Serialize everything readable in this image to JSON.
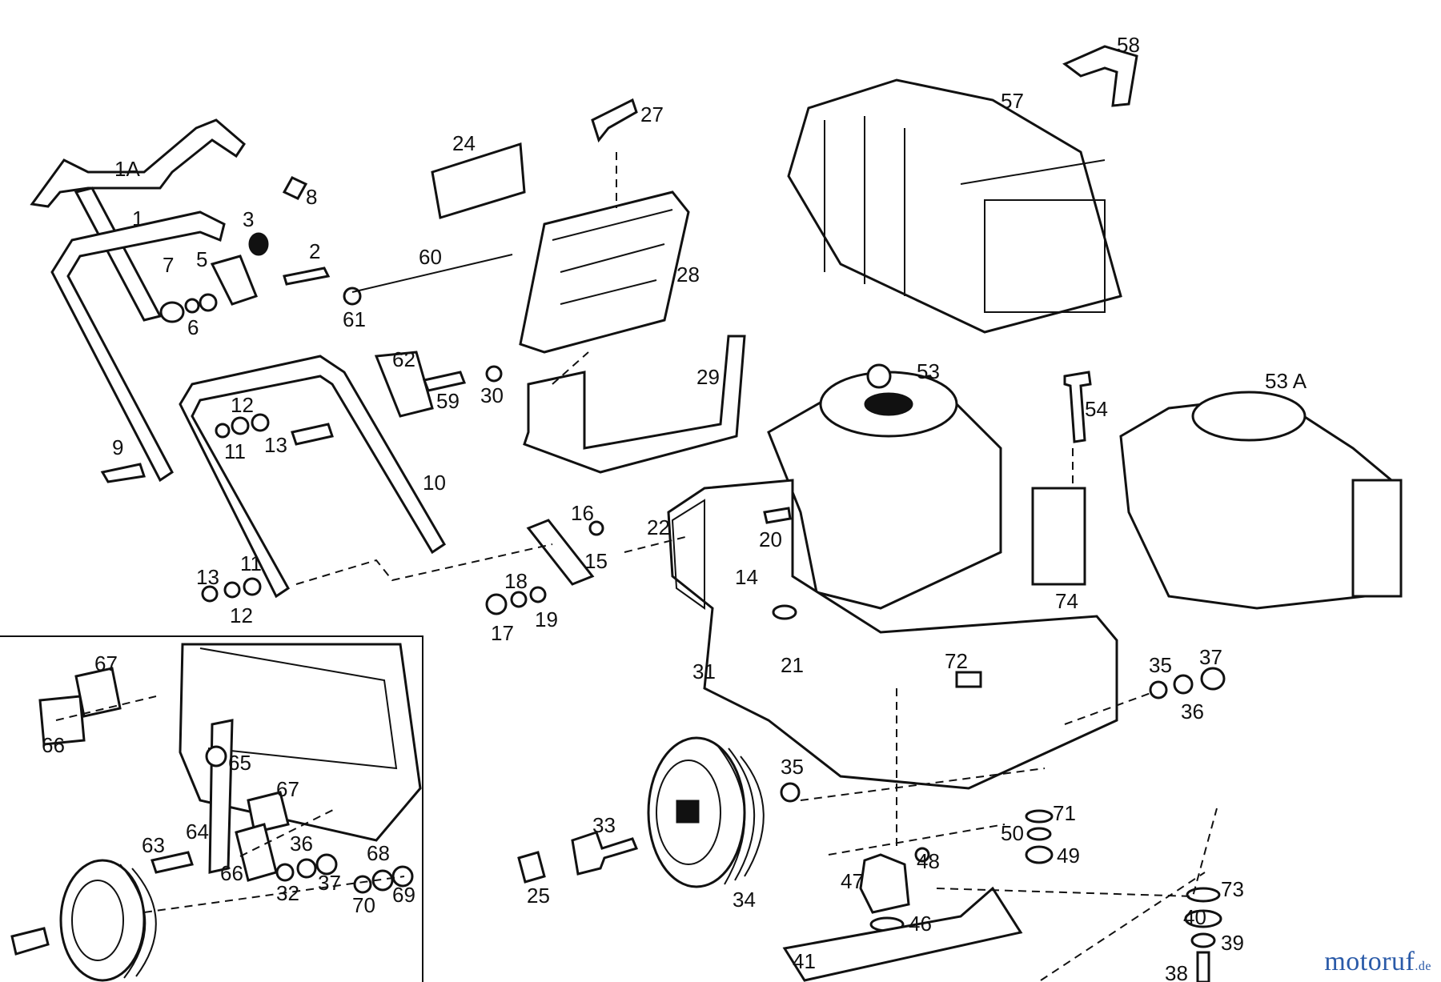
{
  "labels": [
    "1A",
    "1",
    "3",
    "8",
    "2",
    "7",
    "5",
    "6",
    "60",
    "61",
    "24",
    "27",
    "28",
    "58",
    "57",
    "62",
    "59",
    "30",
    "29",
    "53",
    "54",
    "53 A",
    "12",
    "11",
    "13",
    "9",
    "10",
    "16",
    "22",
    "20",
    "15",
    "14",
    "13",
    "11",
    "12",
    "18",
    "17",
    "19",
    "74",
    "21",
    "31",
    "72",
    "35",
    "37",
    "36",
    "67",
    "66",
    "65",
    "67",
    "64",
    "63",
    "36",
    "66",
    "32",
    "37",
    "68",
    "70",
    "69",
    "35",
    "33",
    "25",
    "34",
    "71",
    "50",
    "48",
    "49",
    "47",
    "46",
    "41",
    "73",
    "40",
    "39",
    "38"
  ],
  "watermark": {
    "brand": "motoruf",
    "tld": ".de"
  }
}
